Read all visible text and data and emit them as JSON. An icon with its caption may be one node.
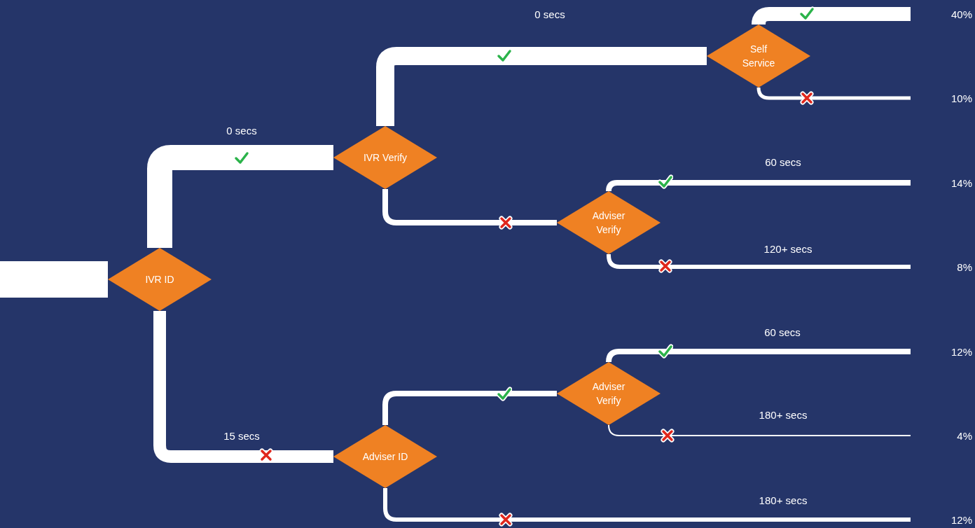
{
  "diagram": {
    "nodes": [
      {
        "text": [
          "IVR ID"
        ]
      },
      {
        "text": [
          "IVR Verify"
        ]
      },
      {
        "text": [
          "Self Service"
        ]
      },
      {
        "text": [
          "40%"
        ]
      },
      {
        "text": [
          "10%"
        ]
      },
      {
        "text": [
          "Adviser Verify"
        ]
      },
      {
        "text": [
          "14%"
        ]
      },
      {
        "text": [
          "8%"
        ]
      },
      {
        "text": [
          "Adviser ID"
        ]
      },
      {
        "text": [
          "Adviser Verify"
        ]
      },
      {
        "text": [
          "12%"
        ]
      },
      {
        "text": [
          "4%"
        ]
      },
      {
        "text": [
          "12%"
        ]
      }
    ],
    "edges": [
      {
        "from": null,
        "to": 0,
        "arrow": "none",
        "style": "thick"
      },
      {
        "from": 0,
        "to": 1,
        "arrow": "none",
        "label": "0 secs",
        "style": "thick"
      },
      {
        "from": 1,
        "to": 2,
        "arrow": "none",
        "label": "0 secs",
        "style": "thick"
      },
      {
        "from": 2,
        "to": 3,
        "arrow": "none",
        "style": "thick"
      },
      {
        "from": 2,
        "to": 4,
        "arrow": "none"
      },
      {
        "from": 1,
        "to": 5,
        "arrow": "none"
      },
      {
        "from": 5,
        "to": 6,
        "arrow": "none",
        "label": "60 secs"
      },
      {
        "from": 5,
        "to": 7,
        "arrow": "none",
        "label": "120+ secs"
      },
      {
        "from": 0,
        "to": 8,
        "arrow": "none",
        "label": "15 secs",
        "style": "thick"
      },
      {
        "from": 8,
        "to": 9,
        "arrow": "none"
      },
      {
        "from": 9,
        "to": 10,
        "arrow": "none",
        "label": "60 secs"
      },
      {
        "from": 9,
        "to": 11,
        "arrow": "none",
        "label": "180+ secs"
      },
      {
        "from": 8,
        "to": 12,
        "arrow": "none",
        "label": "180+ secs"
      }
    ]
  }
}
